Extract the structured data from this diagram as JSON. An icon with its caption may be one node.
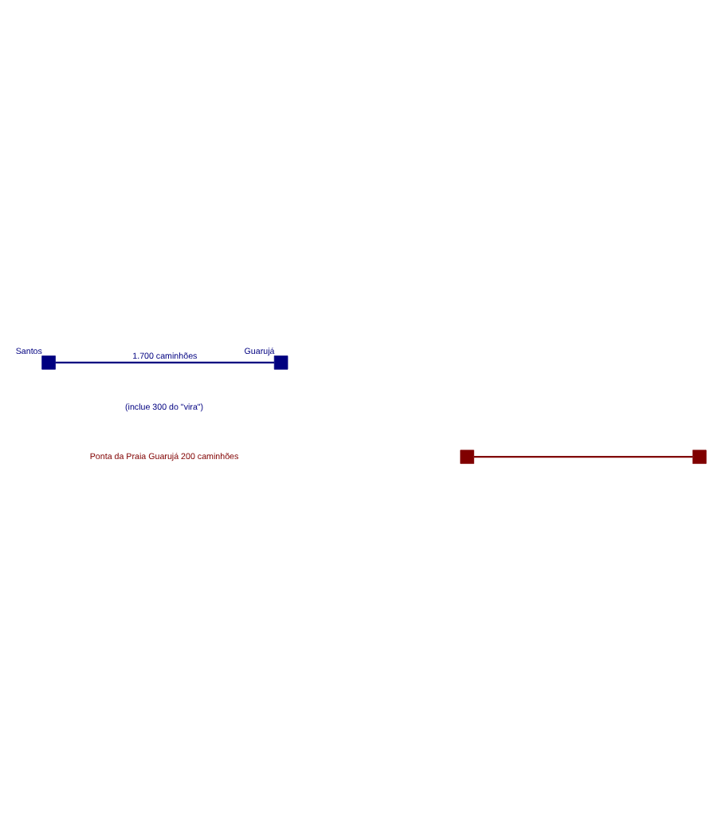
{
  "diagram": {
    "nodes": [
      {
        "text": [],
        "shape": "box",
        "beside": [
          "Santos"
        ]
      },
      {
        "text": [],
        "shape": "box",
        "beside": [
          "Guarujá"
        ]
      },
      {
        "text": [],
        "shape": "box"
      },
      {
        "text": [],
        "shape": "box"
      }
    ],
    "edges": [
      {
        "from": 0,
        "to": 1,
        "arrow": "none",
        "label": "1.700 caminhões",
        "color": "#000080"
      },
      {
        "from": 2,
        "to": 3,
        "arrow": "none",
        "color": "#800000"
      }
    ],
    "labels": [
      "(inclue 300 do \"vira\")",
      "Ponta da Praia Guarujá 200 caminhões"
    ]
  }
}
